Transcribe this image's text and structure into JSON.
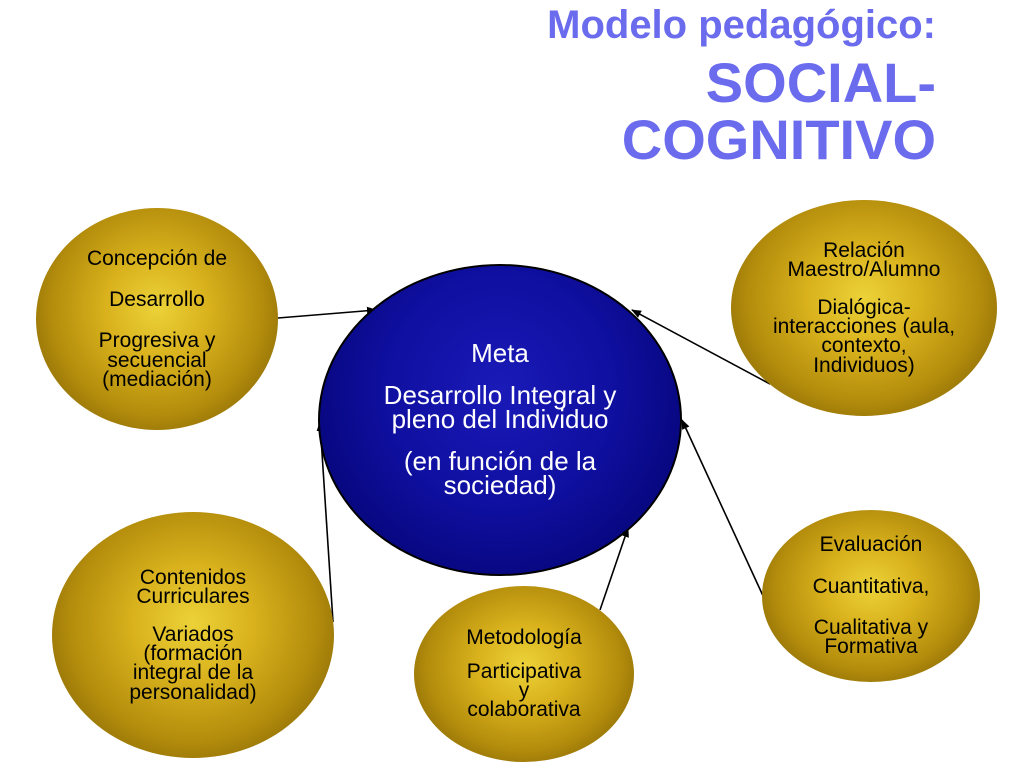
{
  "title": {
    "line1": "Modelo pedagógico:",
    "line2": "SOCIAL-",
    "line3": "COGNITIVO"
  },
  "nodes": {
    "meta": {
      "heading": "Meta",
      "line1": "Desarrollo Integral y",
      "line2": "pleno del Individuo",
      "line3": "(en función de la",
      "line4": "sociedad)"
    },
    "concepcion": {
      "line1": "Concepción de",
      "line2": "Desarrollo",
      "line3": "Progresiva y",
      "line4": "secuencial",
      "line5": "(mediación)"
    },
    "relacion": {
      "line1": "Relación",
      "line2": "Maestro/Alumno",
      "line3": "Dialógica-",
      "line4": "interacciones (aula,",
      "line5": "contexto,",
      "line6": "Individuos)"
    },
    "contenidos": {
      "line1": "Contenidos",
      "line2": "Curriculares",
      "line3": "Variados",
      "line4": "(formación",
      "line5": "integral de la",
      "line6": "personalidad)"
    },
    "metodologia": {
      "line1": "Metodología",
      "line2": "Participativa",
      "line3": "y",
      "line4": "colaborativa"
    },
    "evaluacion": {
      "line1": "Evaluación",
      "line2": "Cuantitativa,",
      "line3": "Cualitativa y",
      "line4": "Formativa"
    }
  },
  "colors": {
    "title": "#6b6bee",
    "center_fill": "#0a0a8c",
    "outer_fill": "#c9a216",
    "connector": "#000000"
  }
}
